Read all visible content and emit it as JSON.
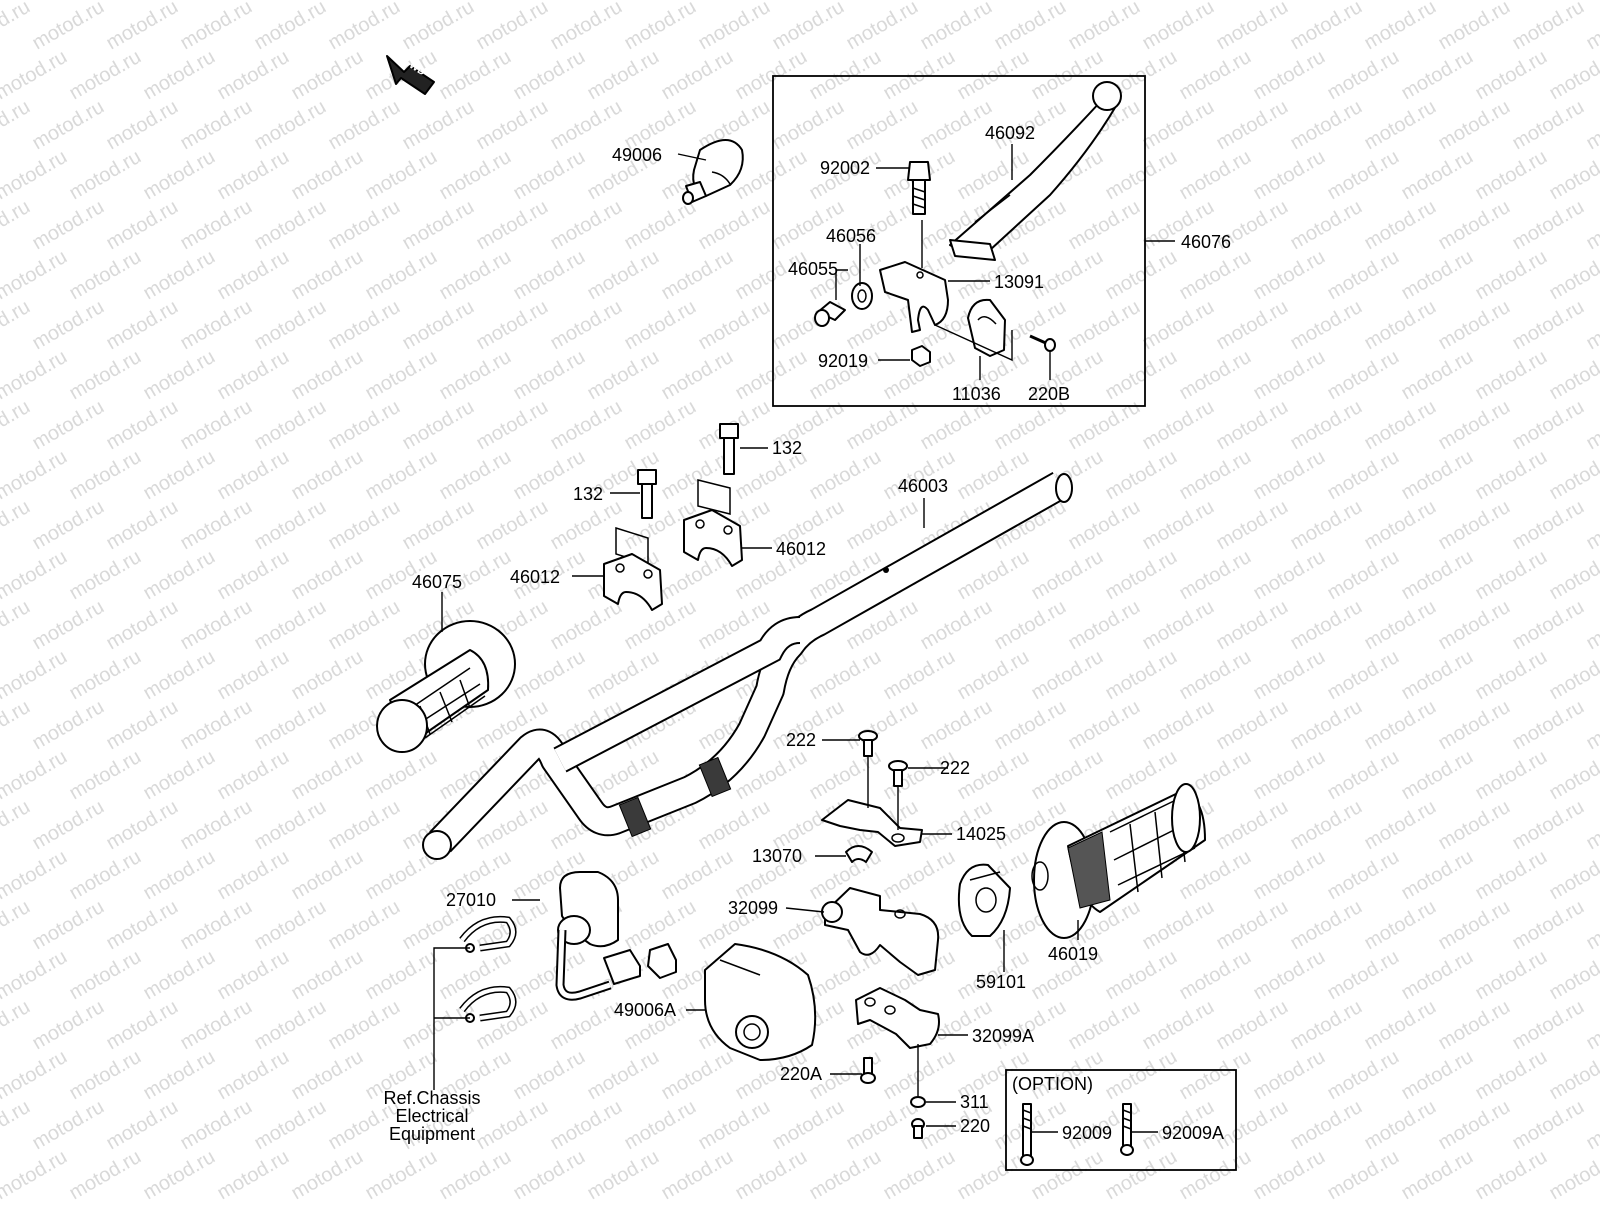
{
  "watermark": "motod.ru",
  "direction_marker": "FWD",
  "option_box_title": "(OPTION)",
  "reference_note": [
    "Ref.Chassis",
    "Electrical",
    "Equipment"
  ],
  "labels": {
    "p49006": "49006",
    "p46092": "46092",
    "p92002": "92002",
    "p46076": "46076",
    "p46056": "46056",
    "p46055": "46055",
    "p13091": "13091",
    "p92019": "92019",
    "p11036": "11036",
    "p220B": "220B",
    "p132a": "132",
    "p132b": "132",
    "p46003": "46003",
    "p46012a": "46012",
    "p46012b": "46012",
    "p46075": "46075",
    "p222a": "222",
    "p222b": "222",
    "p14025": "14025",
    "p13070": "13070",
    "p27010": "27010",
    "p32099": "32099",
    "p46019": "46019",
    "p59101": "59101",
    "p49006A": "49006A",
    "p32099A": "32099A",
    "p220A": "220A",
    "p311": "311",
    "p220": "220",
    "p92009": "92009",
    "p92009A": "92009A"
  }
}
